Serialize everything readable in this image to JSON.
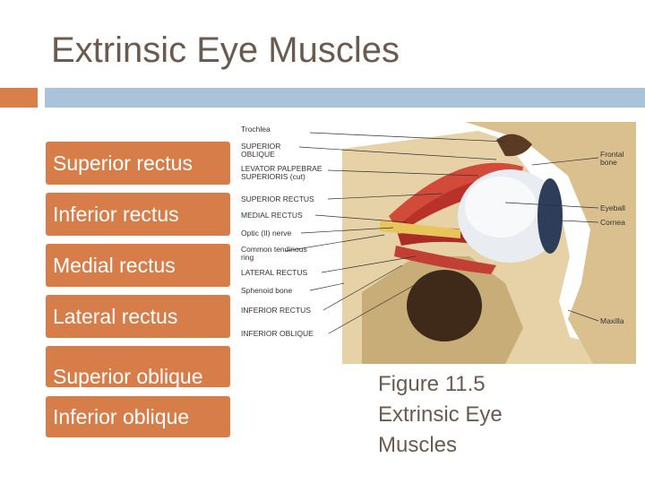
{
  "title": "Extrinsic Eye Muscles",
  "muscles": [
    "Superior rectus",
    "Inferior rectus",
    "Medial rectus",
    "Lateral rectus",
    "Superior oblique",
    "Inferior oblique"
  ],
  "figure_labels_left": [
    "Trochlea",
    "SUPERIOR OBLIQUE",
    "LEVATOR PALPEBRAE SUPERIORIS (cut)",
    "SUPERIOR RECTUS",
    "MEDIAL RECTUS",
    "Optic (II) nerve",
    "Common tendinous ring",
    "LATERAL RECTUS",
    "Sphenoid bone",
    "INFERIOR RECTUS",
    "INFERIOR OBLIQUE"
  ],
  "figure_labels_right": [
    "Frontal bone",
    "Eyeball",
    "Cornea",
    "Maxilla"
  ],
  "caption": {
    "line1": "Figure 11.5",
    "line2": "Extrinsic Eye",
    "line3": "Muscles"
  },
  "colors": {
    "accent_orange": "#d77d49",
    "accent_blue": "#a9c3db",
    "title": "#6b5a4e"
  }
}
